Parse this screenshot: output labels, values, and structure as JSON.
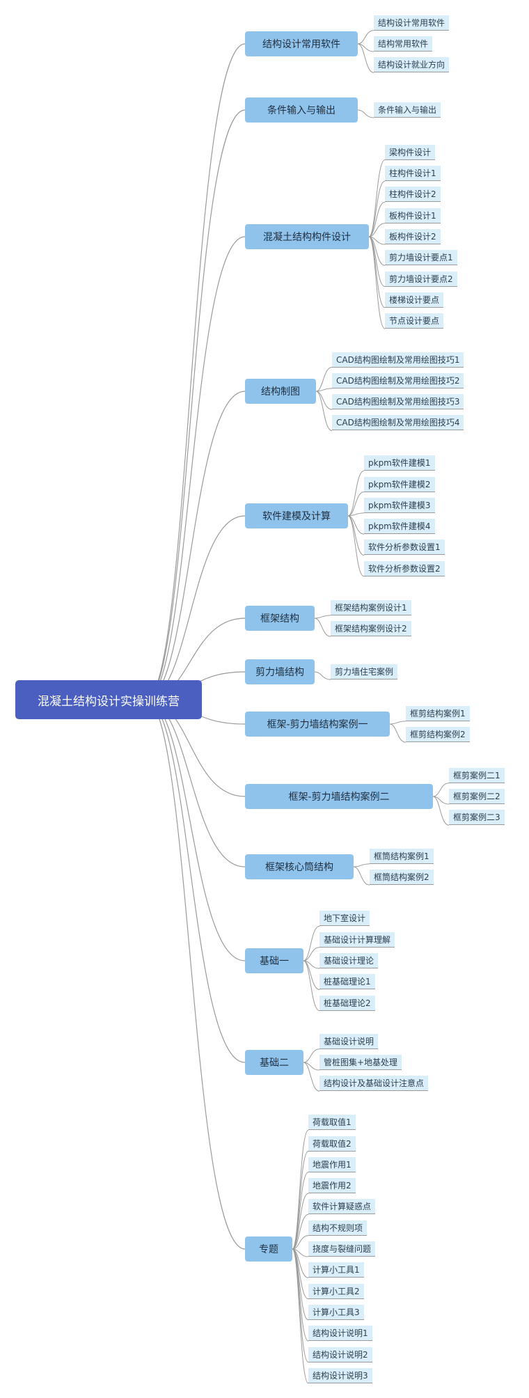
{
  "root": {
    "label": "混凝土结构设计实操训练营"
  },
  "branches": [
    {
      "label": "结构设计常用软件",
      "children": [
        "结构设计常用软件",
        "结构常用软件",
        "结构设计就业方向"
      ]
    },
    {
      "label": "条件输入与输出",
      "children": [
        "条件输入与输出"
      ]
    },
    {
      "label": "混凝土结构构件设计",
      "children": [
        "梁构件设计",
        "柱构件设计1",
        "柱构件设计2",
        "板构件设计1",
        "板构件设计2",
        "剪力墙设计要点1",
        "剪力墙设计要点2",
        "楼梯设计要点",
        "节点设计要点"
      ]
    },
    {
      "label": "结构制图",
      "children": [
        "CAD结构图绘制及常用绘图技巧1",
        "CAD结构图绘制及常用绘图技巧2",
        "CAD结构图绘制及常用绘图技巧3",
        "CAD结构图绘制及常用绘图技巧4"
      ]
    },
    {
      "label": "软件建模及计算",
      "children": [
        "pkpm软件建模1",
        "pkpm软件建模2",
        "pkpm软件建模3",
        "pkpm软件建模4",
        "软件分析参数设置1",
        "软件分析参数设置2"
      ]
    },
    {
      "label": "框架结构",
      "children": [
        "框架结构案例设计1",
        "框架结构案例设计2"
      ]
    },
    {
      "label": "剪力墙结构",
      "children": [
        "剪力墙住宅案例"
      ]
    },
    {
      "label": "框架-剪力墙结构案例一",
      "children": [
        "框剪结构案例1",
        "框剪结构案例2"
      ]
    },
    {
      "label": "框架-剪力墙结构案例二",
      "children": [
        "框剪案例二1",
        "框剪案例二2",
        "框剪案例二3"
      ]
    },
    {
      "label": "框架核心筒结构",
      "children": [
        "框筒结构案例1",
        "框筒结构案例2"
      ]
    },
    {
      "label": "基础一",
      "children": [
        "地下室设计",
        "基础设计计算理解",
        "基础设计理论",
        "桩基础理论1",
        "桩基础理论2"
      ]
    },
    {
      "label": "基础二",
      "children": [
        "基础设计说明",
        "管桩图集+地基处理",
        "结构设计及基础设计注意点"
      ]
    },
    {
      "label": "专题",
      "children": [
        "荷载取值1",
        "荷载取值2",
        "地震作用1",
        "地震作用2",
        "软件计算疑惑点",
        "结构不规则项",
        "挠度与裂缝问题",
        "计算小工具1",
        "计算小工具2",
        "计算小工具3",
        "结构设计说明1",
        "结构设计说明2",
        "结构设计说明3"
      ]
    }
  ],
  "colors": {
    "root": "#4a5fbf",
    "branch": "#8fc3ec",
    "leaf": "#d9eef8",
    "line": "#9a9a9a"
  }
}
